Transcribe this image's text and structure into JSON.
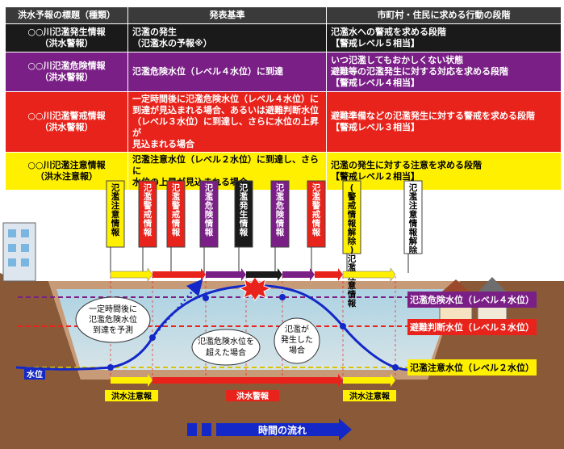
{
  "table": {
    "headers": [
      "洪水予報の標題（種類）",
      "発表基準",
      "市町村・住民に求める行動の段階"
    ],
    "rows": [
      {
        "title1": "○○川氾濫発生情報",
        "title2": "（洪水警報）",
        "crit": [
          "氾濫の発生",
          "（氾濫水の予報※）"
        ],
        "action": [
          "氾濫水への警戒を求める段階",
          "【警戒レベル５相当】"
        ]
      },
      {
        "title1": "○○川氾濫危険情報",
        "title2": "（洪水警報）",
        "crit": [
          "氾濫危険水位（レベル４水位）に到達"
        ],
        "action": [
          "いつ氾濫してもおかしくない状態",
          "避難等の氾濫発生に対する対応を求める段階",
          "【警戒レベル４相当】"
        ]
      },
      {
        "title1": "○○川氾濫警戒情報",
        "title2": "（洪水警報）",
        "crit": [
          "一定時間後に氾濫危険水位（レベル４水位）に",
          "到達が見込まれる場合、あるいは避難判断水位",
          "（レベル３水位）に到達し、さらに水位の上昇が",
          "見込まれる場合"
        ],
        "action": [
          "避難準備などの氾濫発生に対する警戒を求める段階",
          "【警戒レベル３相当】"
        ]
      },
      {
        "title1": "○○川氾濫注意情報",
        "title2": "（洪水注意報）",
        "crit": [
          "氾濫注意水位（レベル２水位）に到達し、さらに",
          "水位の上昇が見込まれる場合"
        ],
        "action": [
          "氾濫の発生に対する注意を求める段階",
          "【警戒レベル２相当】"
        ]
      }
    ]
  },
  "flags": [
    "氾濫注意情報",
    "氾濫警戒情報",
    "氾濫警戒情報",
    "氾濫危険情報",
    "氾濫発生情報",
    "氾濫危険情報",
    "氾濫警戒情報",
    "(警戒情報解除)氾濫注意情報",
    "氾濫注意情報解除"
  ],
  "levels": {
    "danger": "氾濫危険水位（レベル４水位）",
    "judgment": "避難判断水位（レベル３水位）",
    "caution": "氾濫注意水位（レベル２水位）"
  },
  "water_label": "水位",
  "bubbles": {
    "predict": [
      "一定時間後に",
      "氾濫危険水位",
      "到達を予測"
    ],
    "exceed": [
      "氾濫危険水位を",
      "超えた場合"
    ],
    "occur": [
      "氾濫が",
      "発生した",
      "場合"
    ]
  },
  "bottom_bars": [
    "洪水注意報",
    "洪水警報",
    "洪水注意報"
  ],
  "time_label": "時間の流れ",
  "colors": {
    "black": "#1a1a1a",
    "purple": "#7a1f86",
    "red": "#e8231b",
    "yellow": "#fff000",
    "curve": "#1428c8"
  }
}
